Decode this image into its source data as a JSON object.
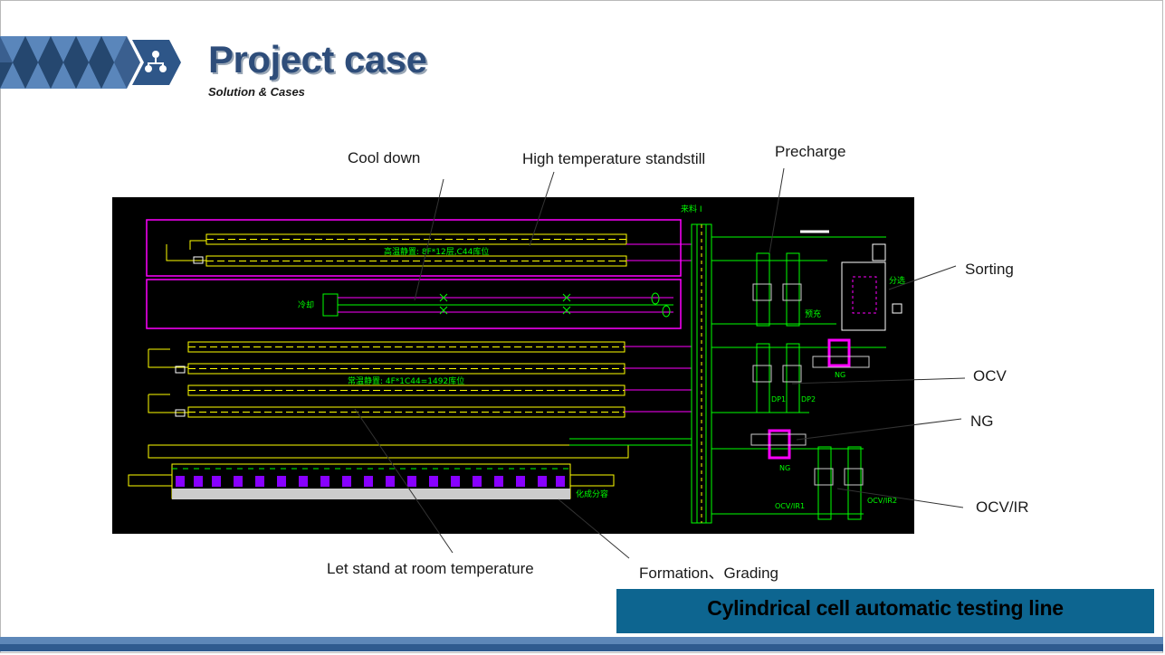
{
  "header": {
    "title": "Project case",
    "subtitle": "Solution & Cases",
    "icon": "network-icon"
  },
  "labels": {
    "cool_down": "Cool down",
    "high_temp": "High temperature standstill",
    "precharge": "Precharge",
    "sorting": "Sorting",
    "ocv": "OCV",
    "ng": "NG",
    "ocv_ir": "OCV/IR",
    "room_temp": "Let stand at room temperature",
    "formation": "Formation、Grading"
  },
  "caption": "Cylindrical cell automatic testing line",
  "cad_texts": {
    "feed": "来料 I",
    "cool": "冷却",
    "precharge_cn": "预充",
    "sorting_cn": "分选",
    "ng1": "NG",
    "ng2": "NG",
    "dp1": "DP1",
    "dp2": "DP2",
    "ocv_ir1": "OCV/IR1",
    "ocv_ir2": "OCV/IR2",
    "formation_cn": "化成分容",
    "high_temp_cn": "高温静置: 8F*12层,C44库位",
    "room_temp_cn": "常温静置: 4F*1C44=1492库位"
  },
  "colors": {
    "accent": "#2e4d7a",
    "caption_bg": "#0d6590",
    "cad_bg": "#000000",
    "cad_yellow": "#ffff00",
    "cad_magenta": "#ff00ff",
    "cad_green": "#00ff00"
  }
}
